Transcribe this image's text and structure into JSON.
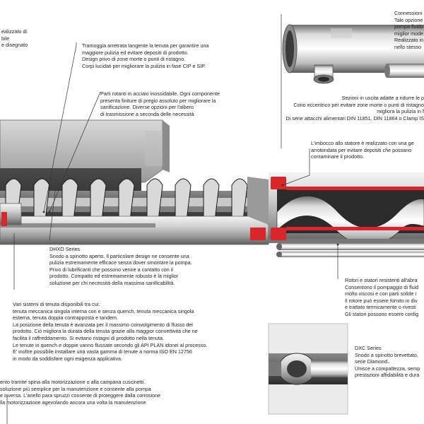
{
  "labels": {
    "top_left": [
      "ealizzato di",
      "bile",
      "e disegnato"
    ],
    "tramoggia": [
      "Tramoggia arretrata tangente la tenuta per garantire una",
      "maggiore pulizia ed evitare depositi di prodotto.",
      "Design privo di zone morte o punti di ristagno.",
      "Corpi lucidati per migliorare la pulizia in fase CIP e SIP."
    ],
    "parti_rotanti": [
      "Parti rotanti in acciaio inossidabile. Ogni componente",
      "presenta finiture di pregio assoluto per migliorare la",
      "sanificazione. Diverse opzioni per l'albero",
      "di trasmissione a seconda delle necessità"
    ],
    "connessioni": [
      "Connessioni",
      "Tale opzione",
      "pompa fluido",
      "miglior mode",
      "Realizzato in",
      "nello stesso"
    ],
    "sezioni": [
      "Sezioni in uscita adatte a ridurre le p",
      "Cono eccentrico per evitare zone morte o punti di ristagno",
      "migliora la pulizia in f",
      "Di serie attacchi alimentari DIN 11851, DIN 11864  o Clamp IS"
    ],
    "imbocco": [
      "L'imbocco allo statore è realizzato con una ge",
      "arrotondata per evitare depositi che possano",
      "contaminare il prodotto."
    ],
    "dhxo_title": "DHXO Series",
    "dhxo": [
      "Snodo a spinotto aperto. Il particolare design ne consente una",
      "pulizia estremamente efficace senza dover smontare la pompa.",
      "Privo di lubrificanti che possono venire a contatto con il",
      "prodotto. Compatto ed estremamente robusto è la miglior",
      "soluzione per chi necessità della massima sanificabilità."
    ],
    "rotori": [
      "Rotori e statori resistenti all'abra",
      "Consentono il pompaggio di fluid",
      "molto viscosi e con parti solide i",
      "Il rotore può essere fornito in div",
      "e trattato termicamente o rivesti",
      "Gli statori possono essere config"
    ],
    "tenuta": [
      "Vari sistemi di tenuta disponibili  tra cui:",
      "tenuta meccanica singola interna con e senza quench, tenuta meccanica singola",
      "esterna, tenuta doppia contrapposta e tandem.",
      "La posizione della tenuta è avanzata per il massimo coinvolgimento di flusso del",
      "prodotto. Ciò migliora la durata della tenuta grazie alla maggior convettività che ne",
      "facilita il raffreddamento. Si evitano ristagni di prodotto nella tenuta.",
      "Le tenute in quench e doppie vanno flussate secondo gli API PLAN idonei al processo.",
      "E' inoltre possibile installare una vasta gamma di tenute a norma ISO EN 12756",
      "in modo da soddisfare ogni esigenza applicativa."
    ],
    "dxc_title": "DXC Series",
    "dxc": [
      "Snodo a spinotto brevettato,",
      "serie Diamond.",
      "Unisce a compattezza, semp",
      "prestazioni affidabilità e dura"
    ],
    "motore": [
      "ento tramite spina alla motorizzazione o alla campana cuscinetti.",
      "soluzione più semplice per la manutenzione e consente alla pompa",
      "e inversa. L'anello para spruzzi consente di proteggere dalla corrosione",
      "lla motorizzazione agevolando ancora una volta la manutenzione"
    ]
  },
  "colors": {
    "steel_light": "#e4e4e4",
    "steel_mid": "#b8b8b8",
    "steel_dark": "#6b6b6b",
    "accent_red": "#d8262a",
    "line": "#333333"
  }
}
